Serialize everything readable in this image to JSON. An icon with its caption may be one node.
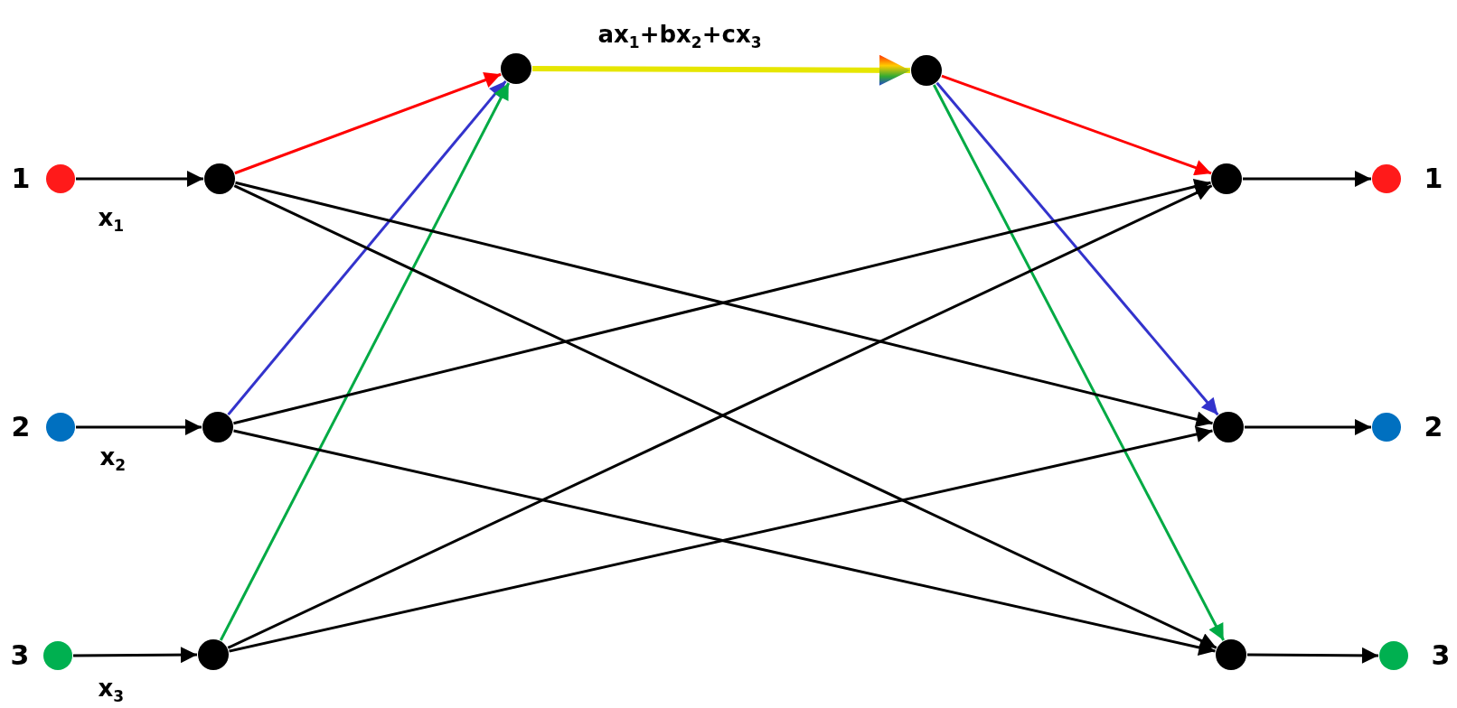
{
  "diagram": {
    "nodes": [
      {
        "text": [],
        "shape": "circle",
        "beside": [
          "1"
        ]
      },
      {
        "text": [],
        "shape": "circle",
        "beside": [
          "2"
        ]
      },
      {
        "text": [],
        "shape": "circle",
        "beside": [
          "3"
        ]
      },
      {
        "text": [],
        "shape": "circle"
      },
      {
        "text": [],
        "shape": "circle"
      },
      {
        "text": [],
        "shape": "circle"
      },
      {
        "text": [],
        "shape": "circle"
      },
      {
        "text": [],
        "shape": "circle"
      },
      {
        "text": [],
        "shape": "circle"
      },
      {
        "text": [],
        "shape": "circle"
      },
      {
        "text": [],
        "shape": "circle"
      },
      {
        "text": [],
        "shape": "circle",
        "beside": [
          "1"
        ]
      },
      {
        "text": [],
        "shape": "circle",
        "beside": [
          "2"
        ]
      },
      {
        "text": [],
        "shape": "circle",
        "beside": [
          "3"
        ]
      }
    ],
    "edges": [
      {
        "from": 0,
        "to": 3,
        "arrow": "to",
        "label": "x$_{1}$"
      },
      {
        "from": 1,
        "to": 4,
        "arrow": "to",
        "label": "x$_{2}$"
      },
      {
        "from": 2,
        "to": 5,
        "arrow": "to",
        "label": "x$_{3}$"
      },
      {
        "from": 3,
        "to": 6,
        "arrow": "to",
        "color": "#ff0000"
      },
      {
        "from": 4,
        "to": 6,
        "arrow": "to",
        "color": "#3333cc"
      },
      {
        "from": 5,
        "to": 6,
        "arrow": "to",
        "color": "#00aa44"
      },
      {
        "from": 6,
        "to": 7,
        "arrow": "to",
        "label": "ax$_{1}$+bx$_{2}$+cx$_{3}$",
        "style": "thick",
        "color": "#e6e600"
      },
      {
        "from": 7,
        "to": 8,
        "arrow": "to",
        "color": "#ff0000"
      },
      {
        "from": 7,
        "to": 9,
        "arrow": "to",
        "color": "#3333cc"
      },
      {
        "from": 7,
        "to": 10,
        "arrow": "to",
        "color": "#00aa44"
      },
      {
        "from": 3,
        "to": 9,
        "arrow": "to"
      },
      {
        "from": 3,
        "to": 10,
        "arrow": "to"
      },
      {
        "from": 4,
        "to": 8,
        "arrow": "to"
      },
      {
        "from": 4,
        "to": 10,
        "arrow": "to"
      },
      {
        "from": 5,
        "to": 8,
        "arrow": "to"
      },
      {
        "from": 5,
        "to": 9,
        "arrow": "to"
      },
      {
        "from": 8,
        "to": 11,
        "arrow": "to"
      },
      {
        "from": 9,
        "to": 12,
        "arrow": "to"
      },
      {
        "from": 10,
        "to": 13,
        "arrow": "to"
      }
    ]
  }
}
